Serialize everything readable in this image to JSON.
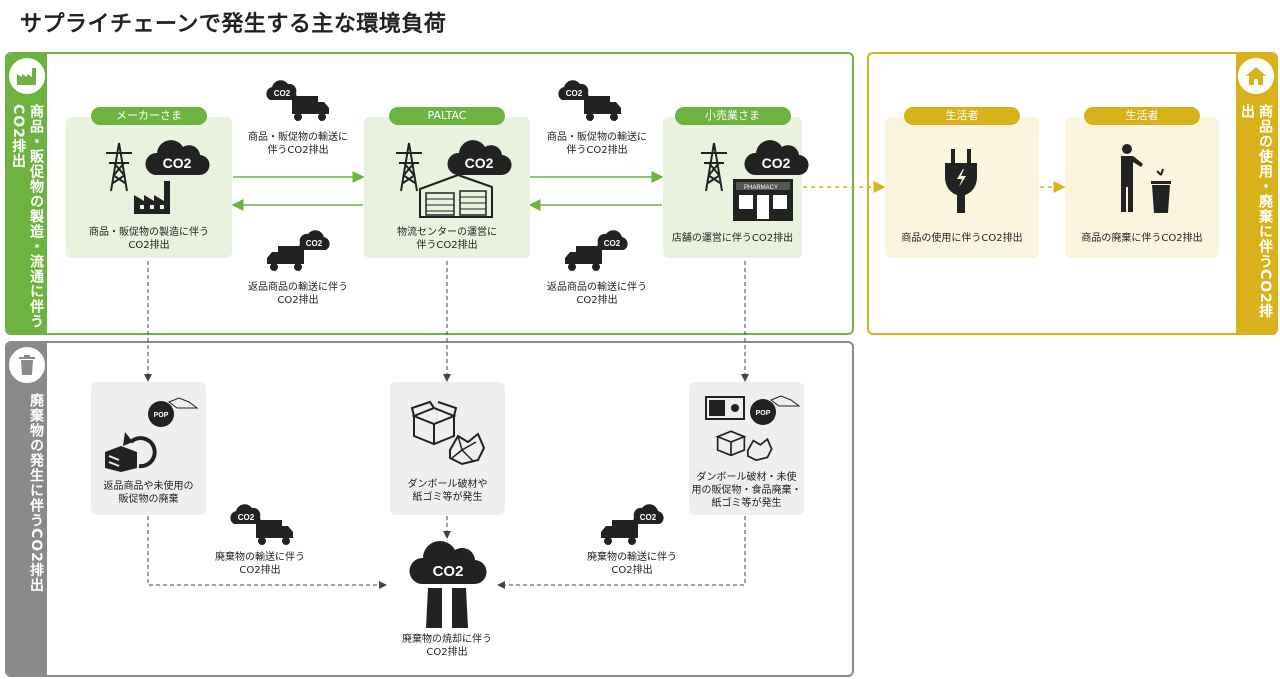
{
  "title": "サプライチェーンで発生する主な環境負荷",
  "panels": {
    "supply": {
      "label": "商品・販促物の製造・流通に伴うCO2排出",
      "color": "#6db33f",
      "icon": "factory-icon"
    },
    "consumer": {
      "label": "商品の使用・廃棄に伴うCO2排出",
      "color": "#d9b21b",
      "icon": "house-icon"
    },
    "waste": {
      "label": "廃棄物の発生に伴うCO2排出",
      "color": "#8a8a8a",
      "icon": "trash-icon"
    }
  },
  "nodes": {
    "maker": {
      "tag": "メーカーさま",
      "line1": "商品・販促物の製造に伴う",
      "line2": "CO2排出"
    },
    "paltac": {
      "tag": "PALTAC",
      "line1": "物流センターの運営に",
      "line2": "伴うCO2排出"
    },
    "retail": {
      "tag": "小売業さま",
      "line1": "店舗の運営に伴うCO2排出"
    },
    "use": {
      "tag": "生活者",
      "line1": "商品の使用に伴うCO2排出"
    },
    "dispose": {
      "tag": "生活者",
      "line1": "商品の廃棄に伴うCO2排出"
    },
    "return_waste": {
      "line1": "返品商品や未使用の",
      "line2": "販促物の廃棄"
    },
    "cardboard": {
      "line1": "ダンボール破材や",
      "line2": "紙ゴミ等が発生"
    },
    "retail_waste": {
      "line1": "ダンボール破材・未使",
      "line2": "用の販促物・食品廃棄・",
      "line3": "紙ゴミ等が発生"
    },
    "incinerate": {
      "line1": "廃棄物の焼却に伴う",
      "line2": "CO2排出"
    }
  },
  "transport": {
    "fwd1": {
      "line1": "商品・販促物の輸送に",
      "line2": "伴うCO2排出"
    },
    "fwd2": {
      "line1": "商品・販促物の輸送に",
      "line2": "伴うCO2排出"
    },
    "ret1": {
      "line1": "返品商品の輸送に伴う",
      "line2": "CO2排出"
    },
    "ret2": {
      "line1": "返品商品の輸送に伴う",
      "line2": "CO2排出"
    },
    "waste1": {
      "line1": "廃棄物の輸送に伴う",
      "line2": "CO2排出"
    },
    "waste2": {
      "line1": "廃棄物の輸送に伴う",
      "line2": "CO2排出"
    }
  },
  "badges": {
    "co2": "CO2",
    "pop": "POP",
    "pharmacy": "PHARMACY"
  }
}
